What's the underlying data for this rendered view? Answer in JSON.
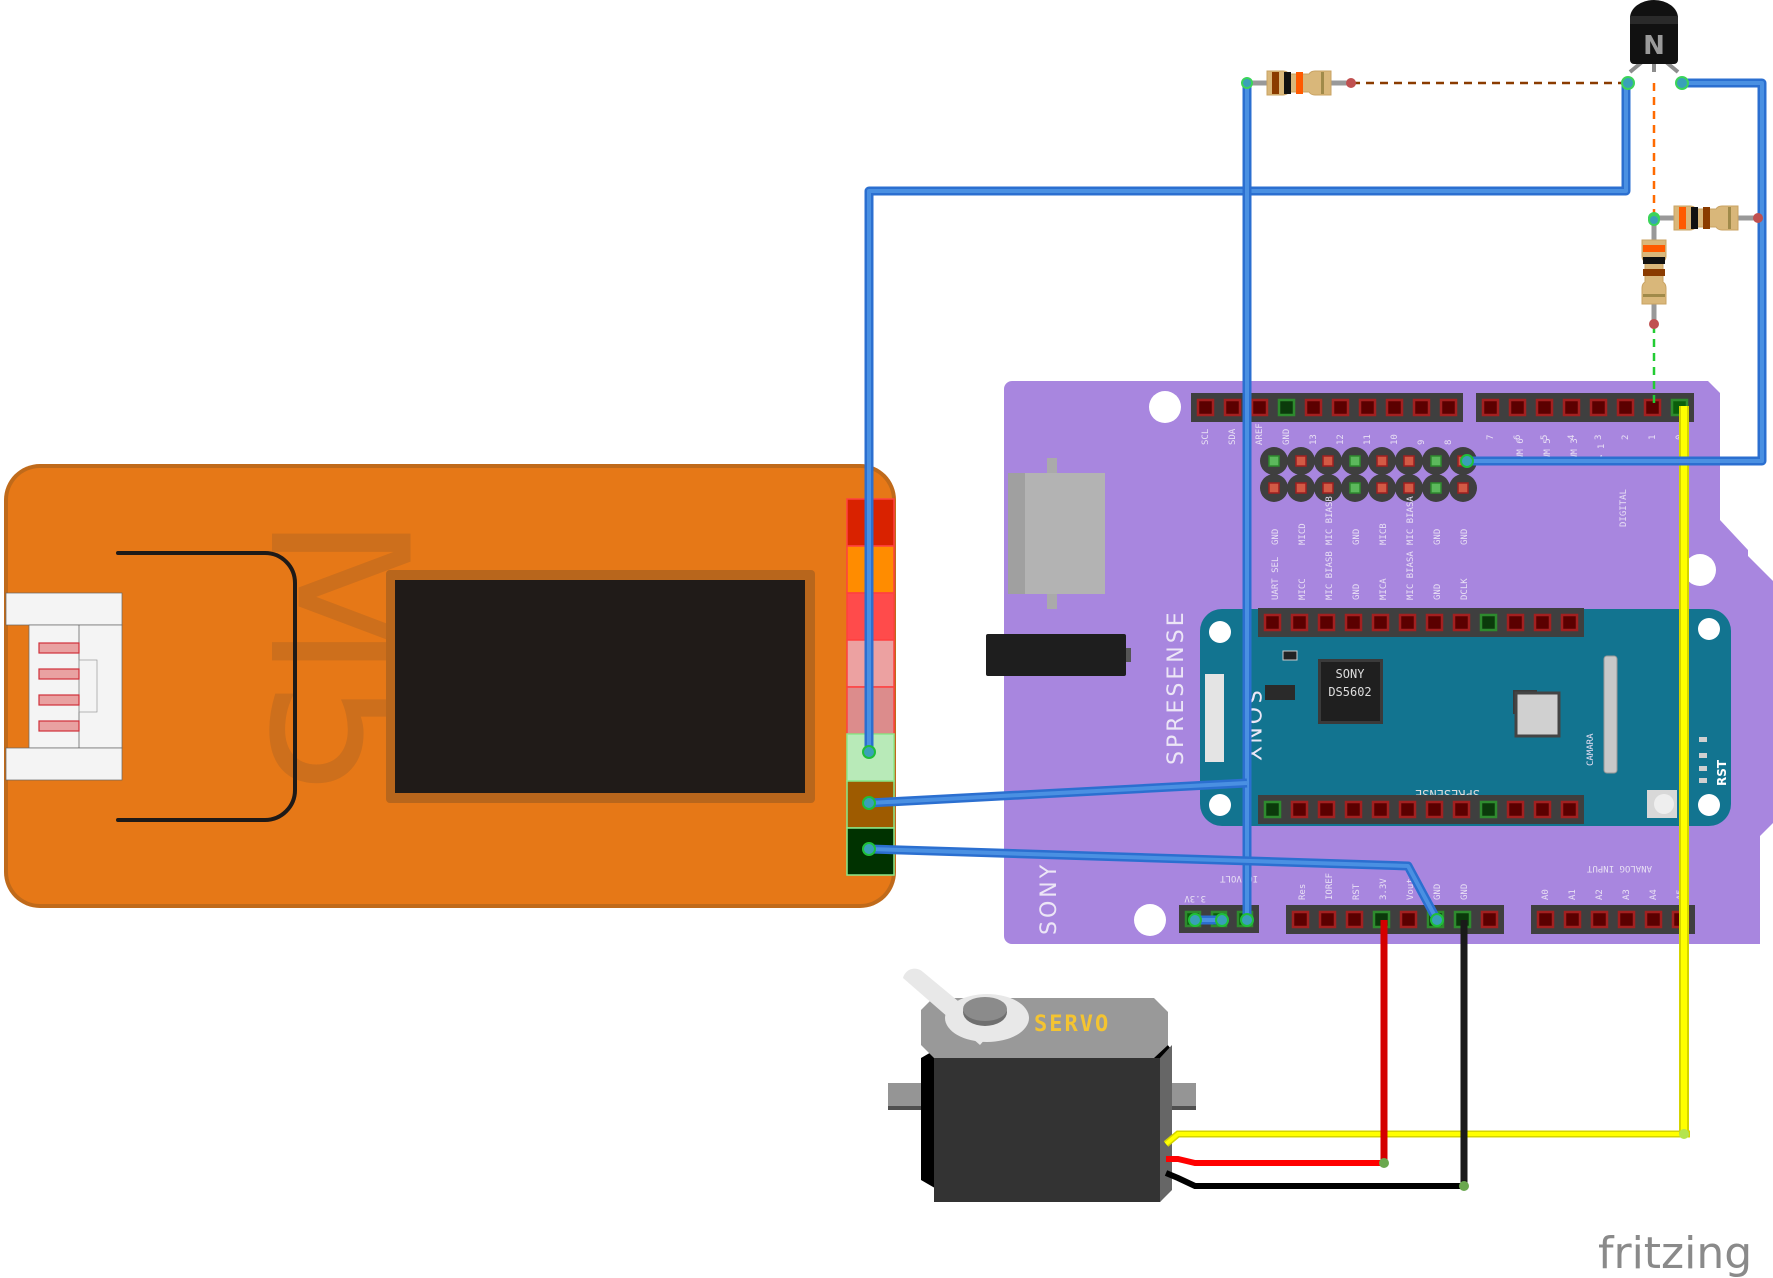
{
  "app": {
    "watermark": "fritzing"
  },
  "m5_module": {
    "logo": "M5",
    "body_color": "#e67817",
    "screen_color": "#201b18",
    "connector_pins": 4,
    "led_segments": [
      "#d92200",
      "#ff8c00",
      "#ff4b4b",
      "#eca1a1",
      "#dc8c8c",
      "#b8eab8",
      "#9e5b00",
      "#003200"
    ]
  },
  "main_board": {
    "brand_label": "SONY",
    "board_color": "#a886df",
    "top_left_header_labels": [
      "SCL",
      "SDA",
      "AREF",
      "GND",
      "13",
      "12",
      "11",
      "10",
      "9",
      "8"
    ],
    "top_right_header_labels": [
      "7",
      "6",
      "5",
      "4",
      "3",
      "2",
      "1",
      "0"
    ],
    "pwm_labels": [
      "WM 6",
      "WM 5",
      "WM 3",
      "> 1"
    ],
    "digital_label": "DIGITAL",
    "mic_labels_top": [
      "GND",
      "MICD",
      "MIC BIASB",
      "GND",
      "MICB",
      "MIC BIASA",
      "GND",
      "GND"
    ],
    "mic_labels_bottom": [
      "UART SEL",
      "MICC",
      "MIC BIASB",
      "GND",
      "MICA",
      "MIC BIASA",
      "GND",
      "DCLK"
    ],
    "io_volt_label": "IO VOLT",
    "voltage_label": "3.3V",
    "power_labels": [
      "Res",
      "IOREF",
      "RST",
      "3.3V",
      "Vout",
      "GND",
      "GND",
      ""
    ],
    "analog_label": "ANALOG INPUT",
    "analog_pins": [
      "A0",
      "A1",
      "A2",
      "A3",
      "A4",
      "A5"
    ],
    "spresense_label": "SPRESENSE"
  },
  "spresense_board": {
    "board_color": "#127490",
    "chip_brand": "SONY",
    "chip_model": "DS5602",
    "bottom_label": "SPRESENSE",
    "camera_label": "CAMARA",
    "reset_label": "RST",
    "side_label": "SONY"
  },
  "transistor": {
    "type_label": "N"
  },
  "resistors": [
    {
      "id": "R1",
      "bands": [
        "#8a3b00",
        "#111111",
        "#ff5a00"
      ]
    },
    {
      "id": "R2",
      "bands": [
        "#8a3b00",
        "#111111",
        "#ff5a00"
      ]
    },
    {
      "id": "R3",
      "bands": [
        "#8a3b00",
        "#111111",
        "#ff5a00"
      ]
    }
  ],
  "servo": {
    "label": "SERVO",
    "wire_colors": [
      "#ffff00",
      "#ff0000",
      "#000000"
    ]
  },
  "wire_colors": {
    "signal": "#2b6fd0",
    "servo_signal": "#f2f200",
    "power": "#d40000",
    "ground": "#1a1a1a",
    "ratsnest_brown": "#8a3b00",
    "ratsnest_orange": "#ff6a00",
    "ratsnest_green": "#22cc33"
  }
}
